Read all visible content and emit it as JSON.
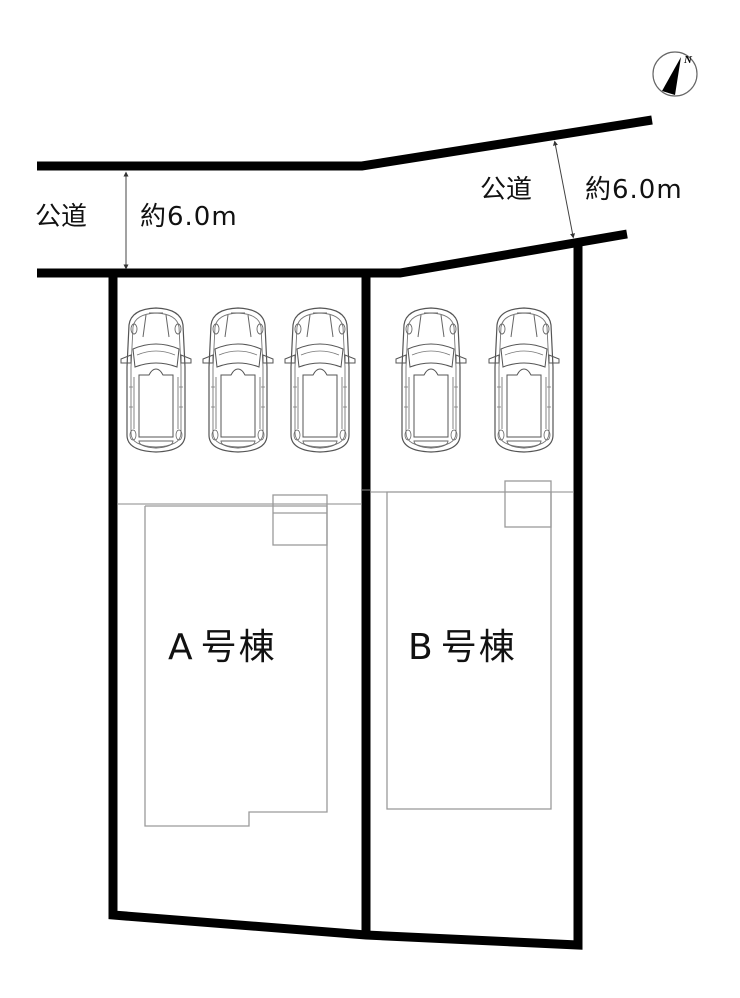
{
  "compass": {
    "label": "N",
    "icon": "north-arrow-icon"
  },
  "roads": [
    {
      "id": "road-left",
      "label": "公道",
      "width_label": "約6.0m"
    },
    {
      "id": "road-right",
      "label": "公道",
      "width_label": "約6.0m"
    }
  ],
  "lots": [
    {
      "id": "A",
      "letter": "A",
      "suffix": "号棟",
      "parking_spaces": 3
    },
    {
      "id": "B",
      "letter": "B",
      "suffix": "号棟",
      "parking_spaces": 2
    }
  ],
  "colors": {
    "boundary": "#000000",
    "building": "#9a9a9a",
    "car": "#555555",
    "background": "#ffffff"
  }
}
